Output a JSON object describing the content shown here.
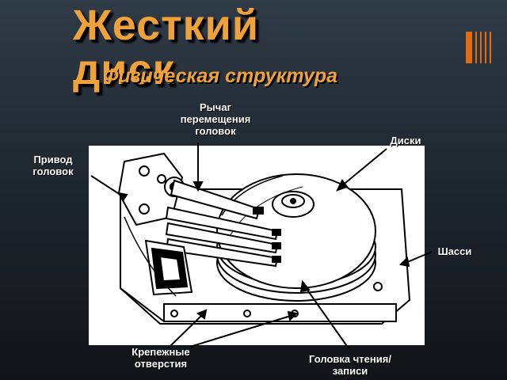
{
  "slide": {
    "title": "Жесткий диск",
    "subtitle": "Физическая структура"
  },
  "labels": {
    "arm": "Рычаг перемещения головок",
    "disks": "Диски",
    "actuator": "Привод головок",
    "chassis": "Шасси",
    "mount_holes": "Крепежные отверстия",
    "head": "Головка чтения/записи"
  },
  "icons": {
    "deco": "vertical-bars-icon"
  },
  "colors": {
    "title": "#f0a23a",
    "accent": "#e36c12",
    "labels": "#ffffff"
  }
}
